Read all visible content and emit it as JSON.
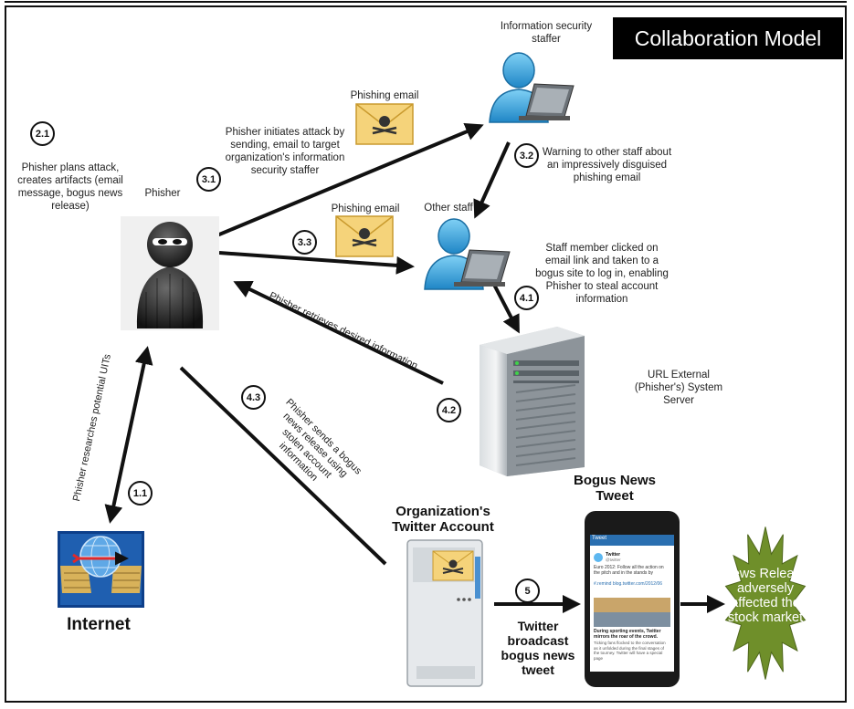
{
  "title": "Collaboration Model",
  "labels": {
    "info_security_staffer": "Information security staffer",
    "phisher": "Phisher",
    "other_staff": "Other staff",
    "phishing_email_top": "Phishing email",
    "phishing_email_mid": "Phishing email",
    "phisher_plans": "Phisher plans attack, creates artifacts (email message, bogus news release)",
    "phisher_initiates": "Phisher initiates attack by sending, email to target organization's information security staffer",
    "warning": "Warning to other staff about an impressively disguised phishing email",
    "staff_clicked": "Staff member clicked on email link and taken to a bogus site to log in, enabling Phisher to steal account information",
    "url_external": "URL External (Phisher's) System Server",
    "retrieves": "Phisher retrieves desired information",
    "researches": "Phisher researches potential UITs",
    "sends_bogus": "Phisher sends a bogus news release using stolen account information",
    "bogus_news_tweet": "Bogus News Tweet",
    "org_twitter": "Organization's Twitter Account",
    "twitter_broadcast": "Twitter broadcast bogus news tweet",
    "internet": "Internet",
    "news_release": "News Release adversely affected the stock market"
  },
  "steps": [
    "2.1",
    "3.1",
    "3.2",
    "3.3",
    "4.1",
    "4.2",
    "4.3",
    "1.1",
    "5"
  ],
  "phone": {
    "app_title": "Tweet",
    "account": "Twitter",
    "handle": "@twitter",
    "tweet_text": "Euro 2012: Follow all the action on the pitch and in the stands by",
    "link_text": "#.remind blog.twitter.com/2012/06",
    "caption": "During sporting events, Twitter mirrors the roar of the crowd.",
    "footer": "Ticking fans flocked to the conversation as it unfolded during the final stages of the tourney. Twitter will have a special page"
  },
  "icons": [
    "user-icon",
    "phisher-icon",
    "envelope-skull-icon",
    "server-icon",
    "globe-network-icon",
    "phone-icon",
    "burst-star-icon"
  ],
  "colors": {
    "accent_blue": "#2f9fd8",
    "envelope": "#f5d37a",
    "star_green": "#6f8f2a",
    "title_bg": "#000000"
  }
}
